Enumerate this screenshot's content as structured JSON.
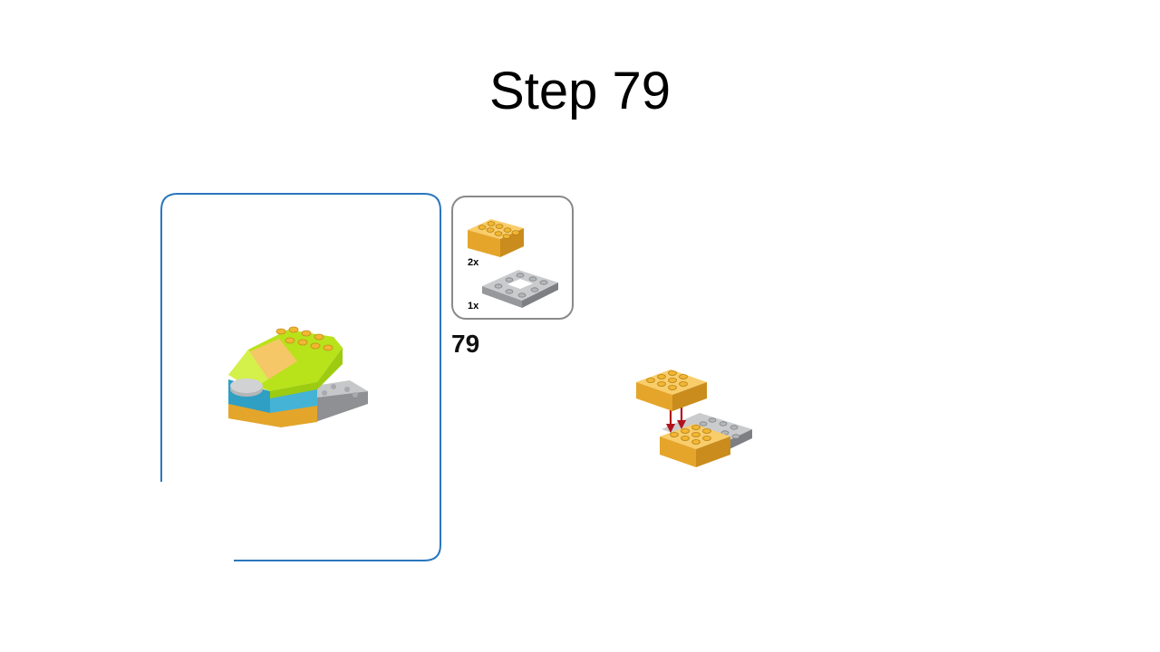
{
  "slide": {
    "title": "Step 79"
  },
  "parts_list": {
    "items": [
      {
        "part": "yellow-2x4-brick-icon",
        "quantity": "2x",
        "color": "#f2b632"
      },
      {
        "part": "gray-4x4-open-plate-icon",
        "quantity": "1x",
        "color": "#a7a9ac"
      }
    ]
  },
  "step_number": "79",
  "colors": {
    "frame": "#2a77bd",
    "arrow": "#b3121b",
    "lime": "#b8e21a",
    "azure": "#45b3d5",
    "yellow": "#f2b632",
    "gray": "#a7a9ac"
  }
}
